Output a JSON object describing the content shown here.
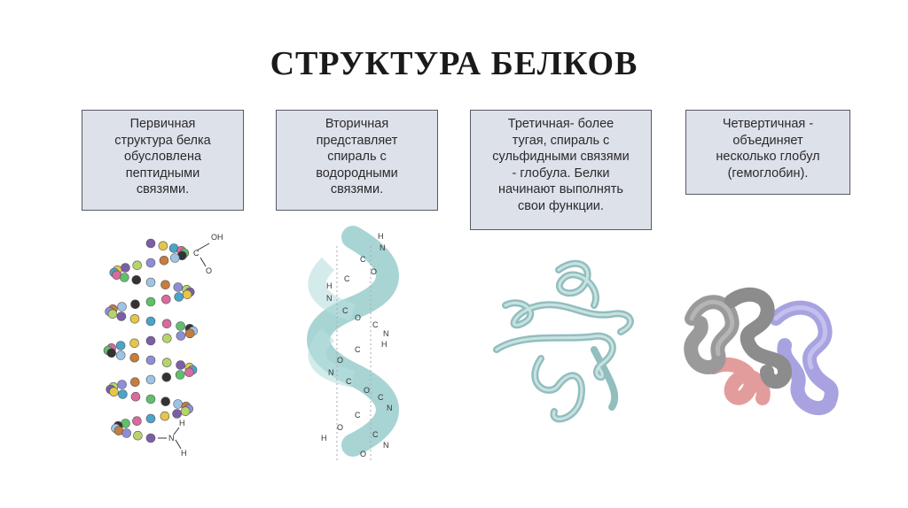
{
  "title": "СТРУКТУРА БЕЛКОВ",
  "boxes": [
    {
      "text": "Первичная\nструктура белка\nобусловлена\nпептидными\nсвязями."
    },
    {
      "text": "Вторичная\nпредставляет\nспираль с\nводородными\nсвязями."
    },
    {
      "text": "Третичная- более\nтугая, спираль с\nсульфидными связями\n- глобула. Белки\nначинают выполнять\nсвои функции."
    },
    {
      "text": "Четвертичная -\nобъединяет\nнесколько глобул\n(гемоглобин)."
    }
  ],
  "chem_labels": {
    "oh": "OH",
    "c": "C",
    "o": "O",
    "n": "N",
    "h": "H"
  },
  "colors": {
    "box_fill": "#dde1ea",
    "box_border": "#555a66",
    "helix": "#9fcfcf",
    "ribbon": "#a9cfcf",
    "globule_gray": "#9a9a9a",
    "globule_purple": "#a8a3e0",
    "globule_red": "#e39c9c"
  }
}
